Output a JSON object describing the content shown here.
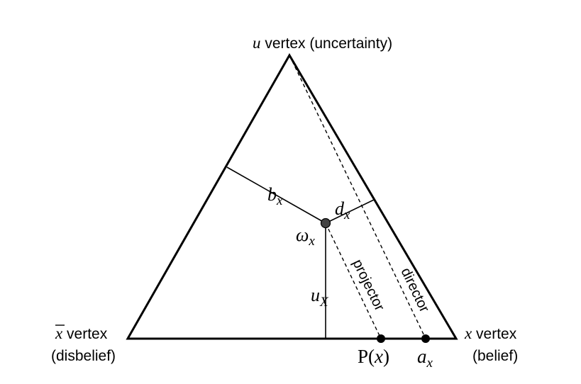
{
  "vertices": {
    "u": {
      "symbol": "u",
      "label": " vertex  (uncertainty)"
    },
    "disbelief": {
      "symbol": "x",
      "label": " vertex",
      "sub": "(disbelief)"
    },
    "belief": {
      "symbol": "x",
      "label": " vertex",
      "sub": "(belief)"
    }
  },
  "labels": {
    "b": {
      "main": "b",
      "sub": "x"
    },
    "d": {
      "main": "d",
      "sub": "x"
    },
    "omega": {
      "main": "ω",
      "sub": "x"
    },
    "u": {
      "main": "u",
      "sub": "X"
    },
    "projector": "projector",
    "director": "director",
    "p": {
      "pre": "P(",
      "var": "x",
      "post": ")"
    },
    "a": {
      "main": "a",
      "sub": "x"
    }
  },
  "colors": {
    "stroke": "#000000",
    "opinion_point": "#444444",
    "marker": "#000000"
  }
}
